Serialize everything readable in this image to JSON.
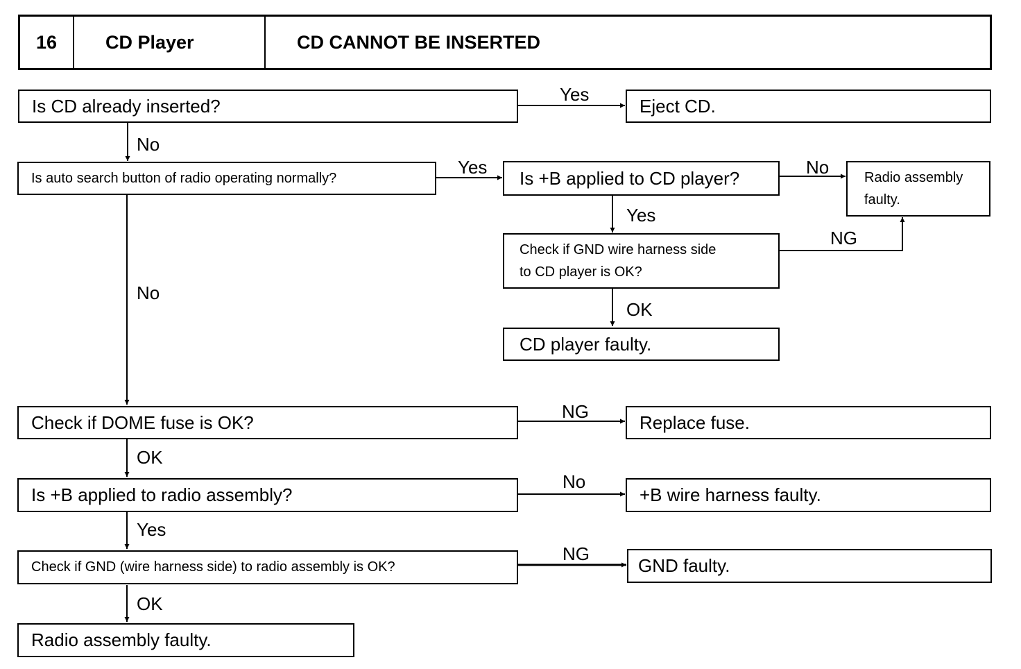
{
  "header": {
    "number": "16",
    "system": "CD Player",
    "symptom": "CD CANNOT BE INSERTED"
  },
  "nodes": {
    "q_cd_inserted": "Is CD already inserted?",
    "a_eject": "Eject CD.",
    "q_auto_search": "Is auto search button of radio operating normally?",
    "q_b_cd_player": "Is +B applied to CD player?",
    "a_radio_faulty_top": [
      "Radio assembly",
      "faulty."
    ],
    "q_gnd_cd": [
      "Check if GND wire harness side",
      "to CD player is OK?"
    ],
    "a_cd_faulty": "CD player faulty.",
    "q_dome_fuse": "Check if DOME fuse is OK?",
    "a_replace_fuse": "Replace fuse.",
    "q_b_radio": "Is +B applied to radio assembly?",
    "a_b_harness": "+B wire harness faulty.",
    "q_gnd_radio": "Check if GND (wire harness side) to radio assembly is OK?",
    "a_gnd_faulty": "GND faulty.",
    "a_radio_faulty_bottom": "Radio assembly faulty."
  },
  "edge_labels": {
    "cd_inserted_yes": "Yes",
    "cd_inserted_no": "No",
    "auto_search_yes": "Yes",
    "auto_search_no": "No",
    "b_cd_no": "No",
    "b_cd_yes": "Yes",
    "gnd_cd_ng": "NG",
    "gnd_cd_ok": "OK",
    "dome_ng": "NG",
    "dome_ok": "OK",
    "b_radio_no": "No",
    "b_radio_yes": "Yes",
    "gnd_radio_ng": "NG",
    "gnd_radio_ok": "OK"
  }
}
